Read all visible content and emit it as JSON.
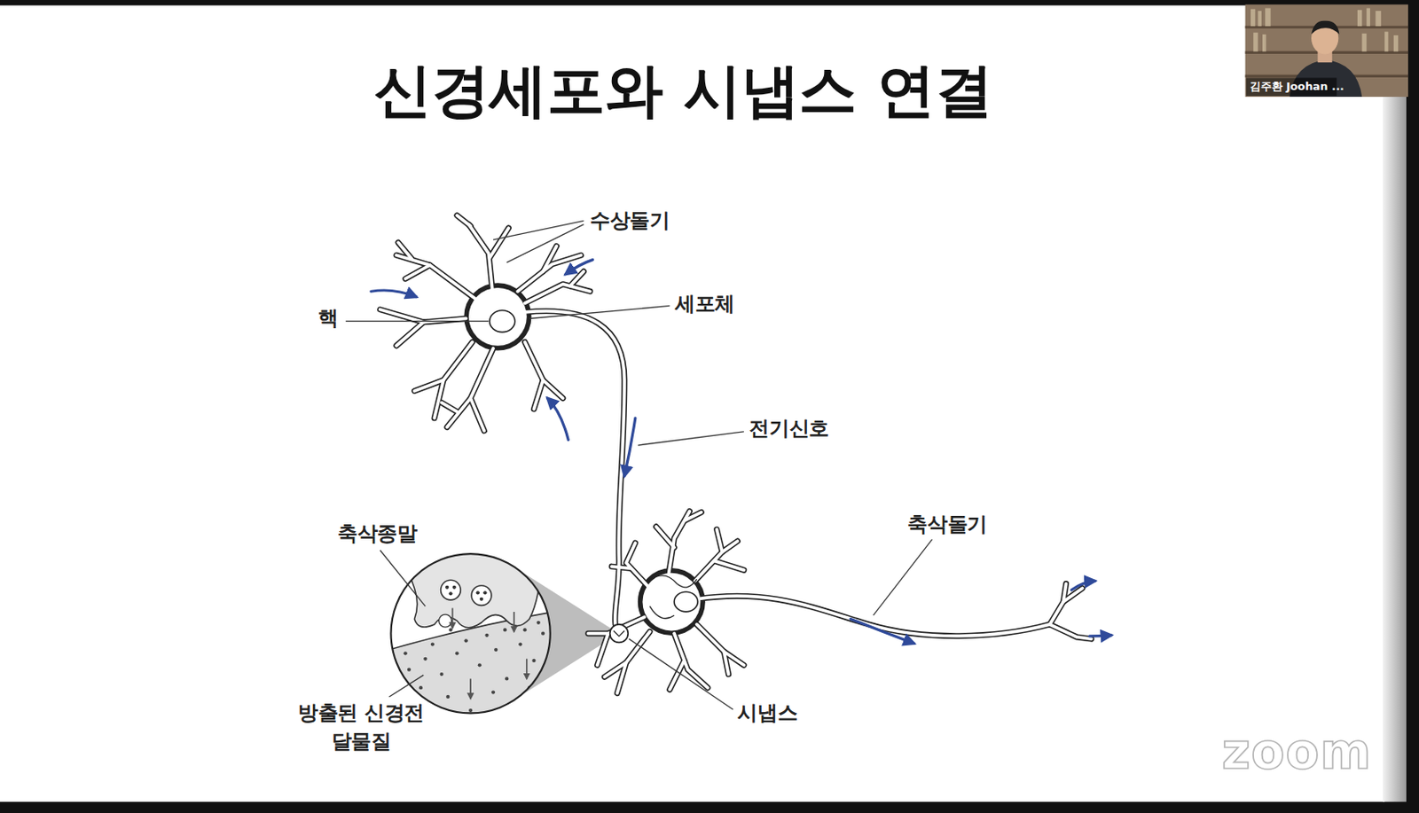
{
  "diagram": {
    "title": "신경세포와 시냅스 연결",
    "labels": [
      "수상돌기",
      "핵",
      "세포체",
      "전기신호",
      "축삭종말",
      "축삭돌기",
      "방출된 신경전달물질",
      "시냅스",
      "김주환 Joohan ...",
      "zoom"
    ]
  }
}
